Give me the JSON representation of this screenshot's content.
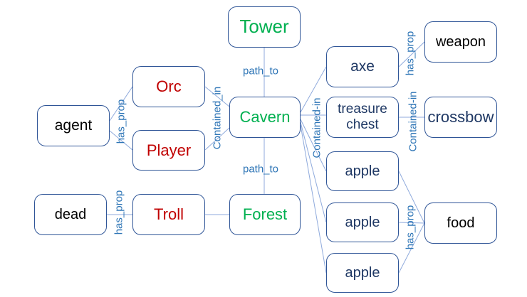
{
  "colors": {
    "node_border": "#2f5597",
    "edge": "#8faadc",
    "label": "#2e75b6",
    "location": "#00b050",
    "character": "#c00000",
    "object": "#1f3864",
    "attribute": "#000000"
  },
  "nodes": {
    "tower": "Tower",
    "cavern": "Cavern",
    "forest": "Forest",
    "orc": "Orc",
    "player": "Player",
    "troll": "Troll",
    "agent": "agent",
    "dead": "dead",
    "axe": "axe",
    "treasure_chest": "treasure chest",
    "apple_1": "apple",
    "apple_2": "apple",
    "apple_3": "apple",
    "weapon": "weapon",
    "crossbow": "crossbow",
    "food": "food"
  },
  "edge_labels": {
    "path_to_top": "path_to",
    "path_to_bottom": "path_to",
    "contained_in_orc_player": "Contained_in",
    "has_prop_agent": "has_prop",
    "has_prop_dead": "has_prop",
    "contained_in_cavern_objects": "Contained-in",
    "has_prop_weapon": "has_prop",
    "contained_in_crossbow": "Contained-in",
    "has_prop_food": "has_prop"
  }
}
